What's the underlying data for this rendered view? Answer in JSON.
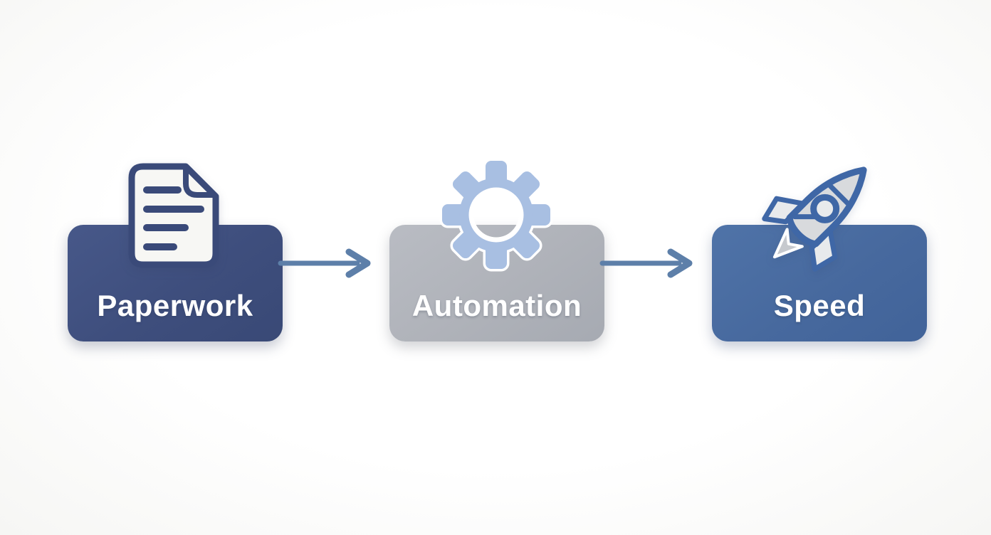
{
  "background_color": "#FCFCFB",
  "diagram": {
    "type": "flow",
    "direction": "left-to-right",
    "nodes": [
      {
        "id": "paperwork",
        "label": "Paperwork",
        "icon": "document-icon",
        "fill": "#3E4E7D",
        "icon_colors": {
          "page": "#F7F7F4",
          "outline": "#3A4A79"
        },
        "text_color": "#FFFFFF"
      },
      {
        "id": "automation",
        "label": "Automation",
        "icon": "gear-icon",
        "fill": "#AFB2B9",
        "icon_colors": {
          "gear": "#A8BFE2",
          "outline": "#FFFFFF"
        },
        "text_color": "#FFFFFF"
      },
      {
        "id": "speed",
        "label": "Speed",
        "icon": "rocket-icon",
        "fill": "#47699E",
        "icon_colors": {
          "body": "#D8DADD",
          "outline": "#3F67A6",
          "exhaust": "#C6C9CE"
        },
        "text_color": "#FFFFFF"
      }
    ],
    "connectors": [
      {
        "from": "paperwork",
        "to": "automation",
        "style": "right-arrow",
        "color": "#5D7FA9"
      },
      {
        "from": "automation",
        "to": "speed",
        "style": "right-arrow",
        "color": "#5D7FA9"
      }
    ]
  }
}
